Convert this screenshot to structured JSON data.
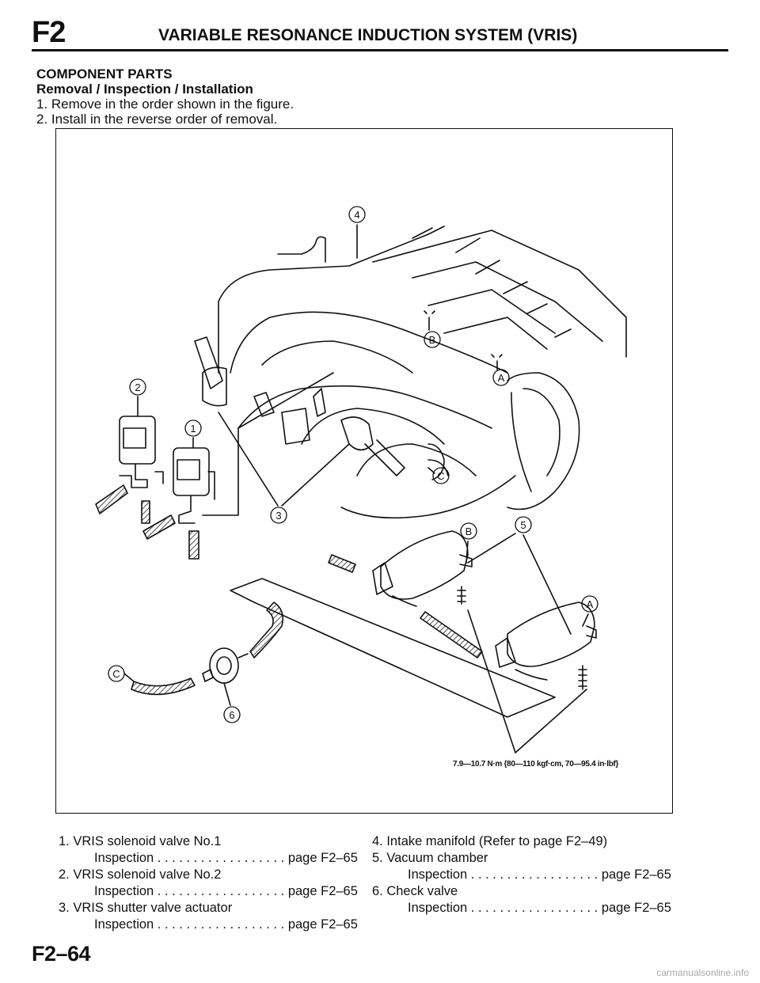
{
  "header": {
    "section_code": "F2",
    "title": "VARIABLE RESONANCE INDUCTION SYSTEM (VRIS)"
  },
  "section": {
    "title": "COMPONENT PARTS",
    "subtitle": "Removal / Inspection / Installation",
    "instructions": [
      "1. Remove in the order shown in the figure.",
      "2. Install in the reverse order of removal."
    ]
  },
  "figure": {
    "callouts": {
      "c1": "1",
      "c2": "2",
      "c3": "3",
      "c4": "4",
      "c5": "5",
      "c6": "6",
      "a": "A",
      "b": "B",
      "c": "C"
    },
    "torque_spec": "7.9—10.7 N·m {80—110 kgf·cm, 70—95.4 in·lbf}"
  },
  "legend": {
    "left": [
      {
        "label": "1.  VRIS solenoid valve No.1",
        "sub": "Inspection . . . . . . . . . . . . . . . . . .  page F2–65"
      },
      {
        "label": "2.  VRIS solenoid valve No.2",
        "sub": "Inspection . . . . . . . . . . . . . . . . . .  page F2–65"
      },
      {
        "label": "3.  VRIS shutter valve actuator",
        "sub": "Inspection . . . . . . . . . . . . . . . . . .  page F2–65"
      }
    ],
    "right": [
      {
        "label": "4.  Intake manifold (Refer to page F2–49)"
      },
      {
        "label": "5.  Vacuum chamber",
        "sub": "Inspection . . . . . . . . . . . . . . . . . .  page F2–65"
      },
      {
        "label": "6.  Check valve",
        "sub": "Inspection . . . . . . . . . . . . . . . . . .  page F2–65"
      }
    ]
  },
  "footer": {
    "page_number": "F2–64",
    "watermark": "carmanualsonline.info"
  }
}
